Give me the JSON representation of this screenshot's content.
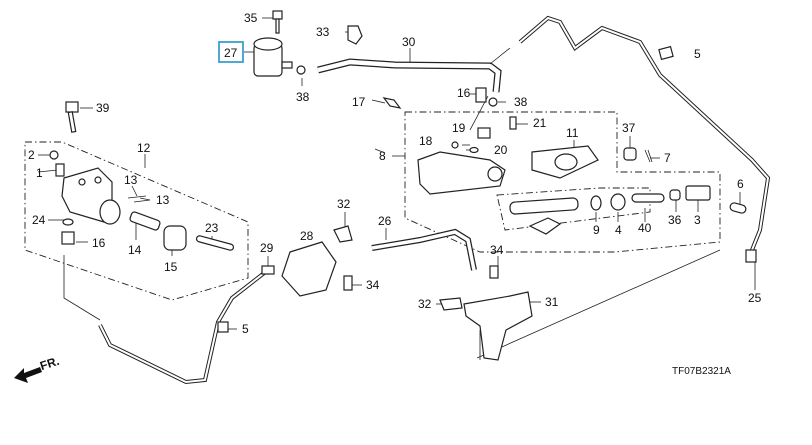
{
  "diagram": {
    "type": "exploded-parts-diagram",
    "highlight_color": "#3aa0d0",
    "highlighted_part": "27",
    "diagram_code": "TF07B2321A",
    "direction_arrow_label": "FR.",
    "callouts": {
      "c35": "35",
      "c33": "33",
      "c30": "30",
      "c5a": "5",
      "c27": "27",
      "c38a": "38",
      "c39": "39",
      "c17": "17",
      "c16a": "16",
      "c38b": "38",
      "c21": "21",
      "c37": "37",
      "c18": "18",
      "c19": "19",
      "c20": "20",
      "c11": "11",
      "c7": "7",
      "c8": "8",
      "c12": "12",
      "c2": "2",
      "c1": "1",
      "c13a": "13",
      "c13b": "13",
      "c24": "24",
      "c16b": "16",
      "c14": "14",
      "c15": "15",
      "c23": "23",
      "c6": "6",
      "c9": "9",
      "c4": "4",
      "c40": "40",
      "c36": "36",
      "c3": "3",
      "c32a": "32",
      "c26": "26",
      "c28": "28",
      "c29": "29",
      "c34a": "34",
      "c34b": "34",
      "c32b": "32",
      "c31": "31",
      "c25": "25",
      "c5b": "5"
    }
  }
}
